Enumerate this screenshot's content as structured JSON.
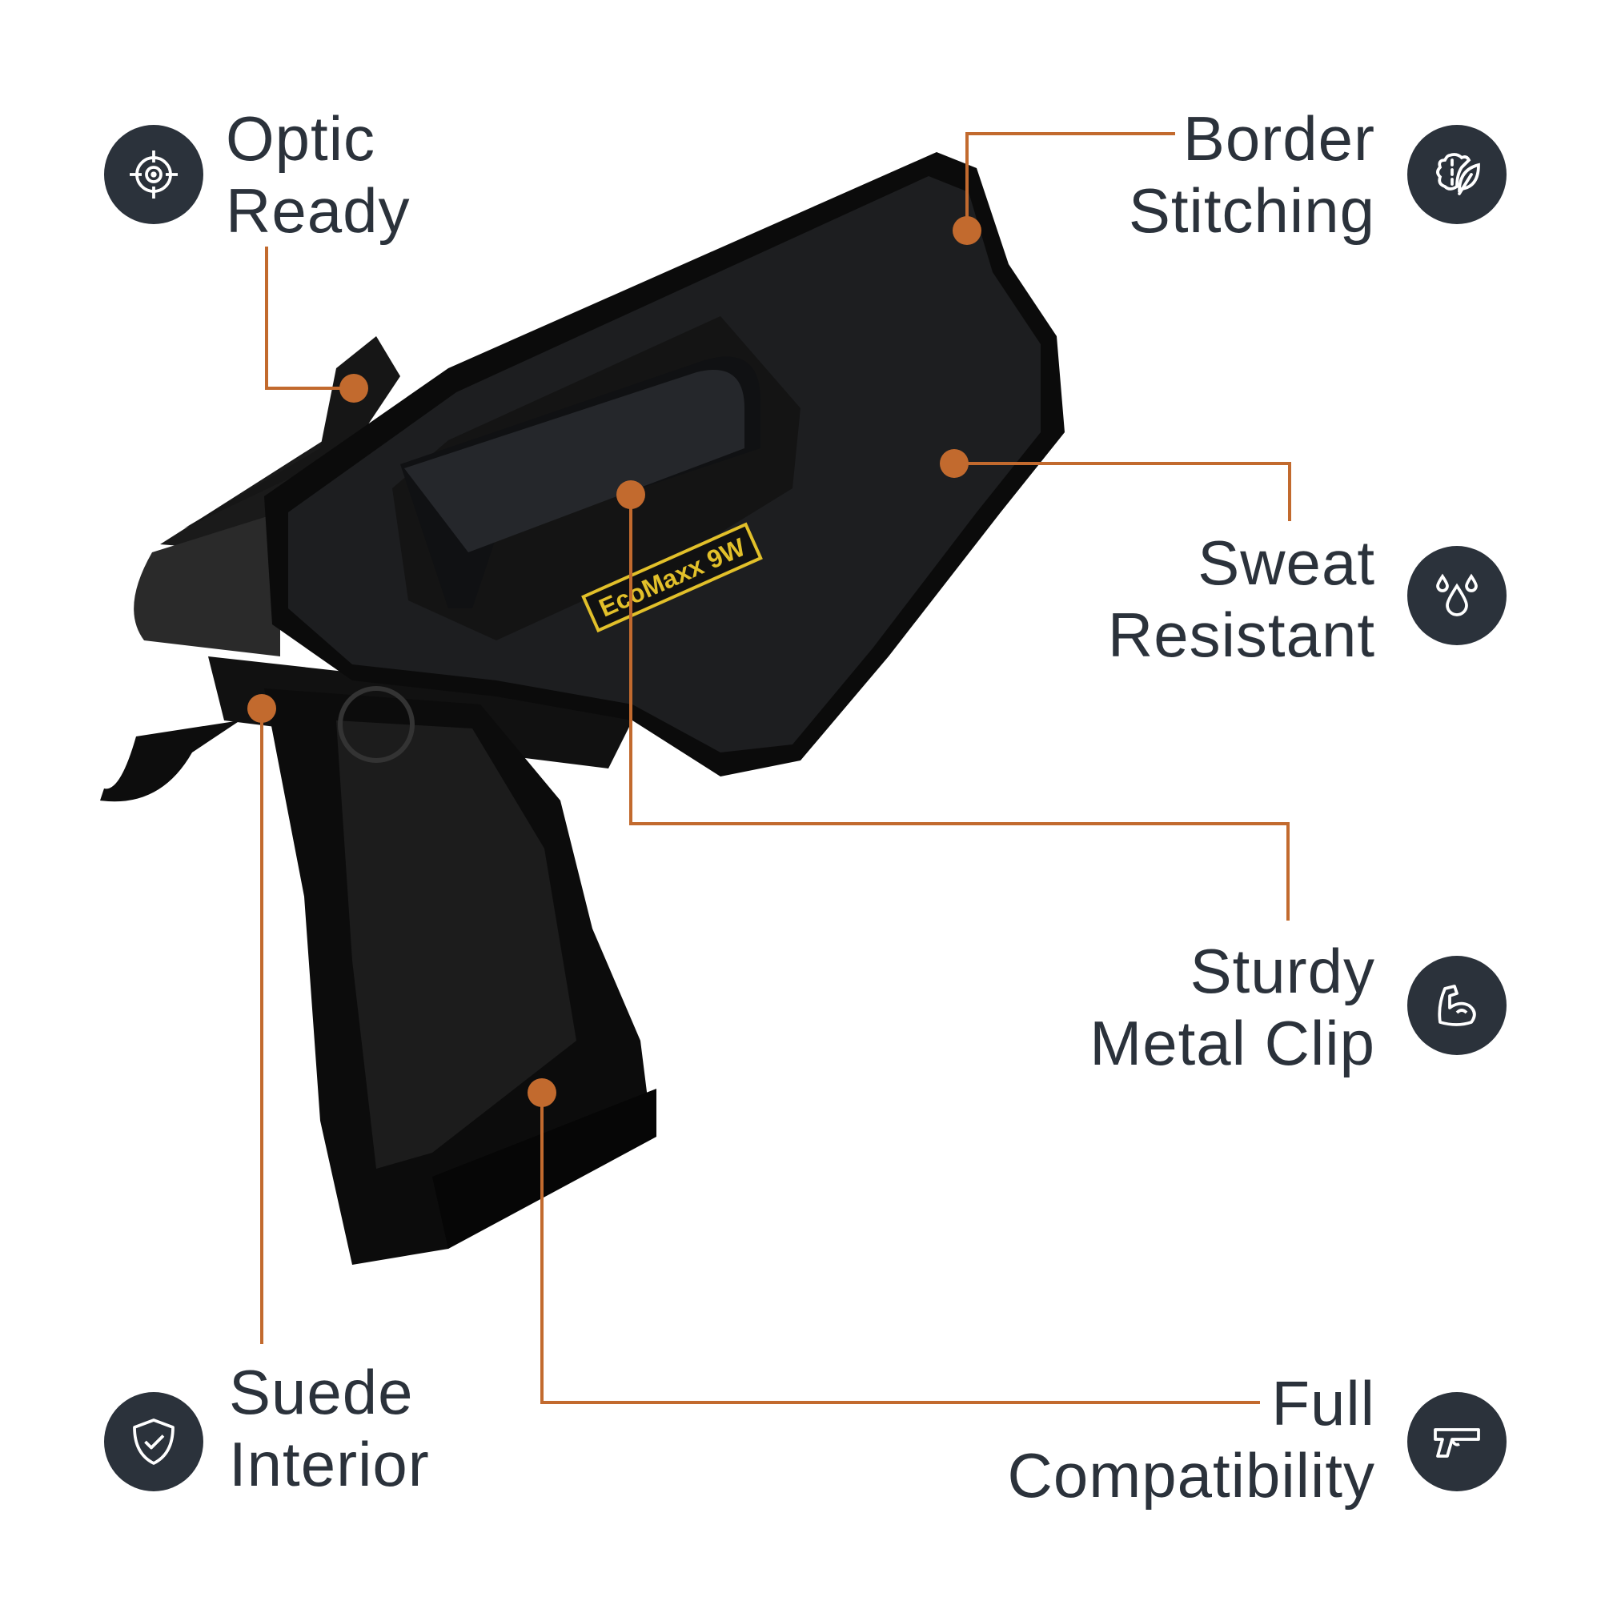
{
  "colors": {
    "accent": "#c26a2e",
    "icon_bg": "#2b323b",
    "text": "#2b323b",
    "badge_gold": "#e2c02a"
  },
  "product_badge": "EcoMaxx 9W",
  "features": {
    "optic": {
      "line1": "Optic",
      "line2": "Ready",
      "icon": "crosshair-icon"
    },
    "border": {
      "line1": "Border",
      "line2": "Stitching",
      "icon": "leather-leaf-icon"
    },
    "sweat": {
      "line1": "Sweat",
      "line2": "Resistant",
      "icon": "water-drops-icon"
    },
    "clip": {
      "line1": "Sturdy",
      "line2": "Metal Clip",
      "icon": "flexed-arm-icon"
    },
    "suede": {
      "line1": "Suede",
      "line2": "Interior",
      "icon": "shield-check-icon"
    },
    "compat": {
      "line1": "Full",
      "line2": "Compatibility",
      "icon": "pistol-icon"
    }
  }
}
